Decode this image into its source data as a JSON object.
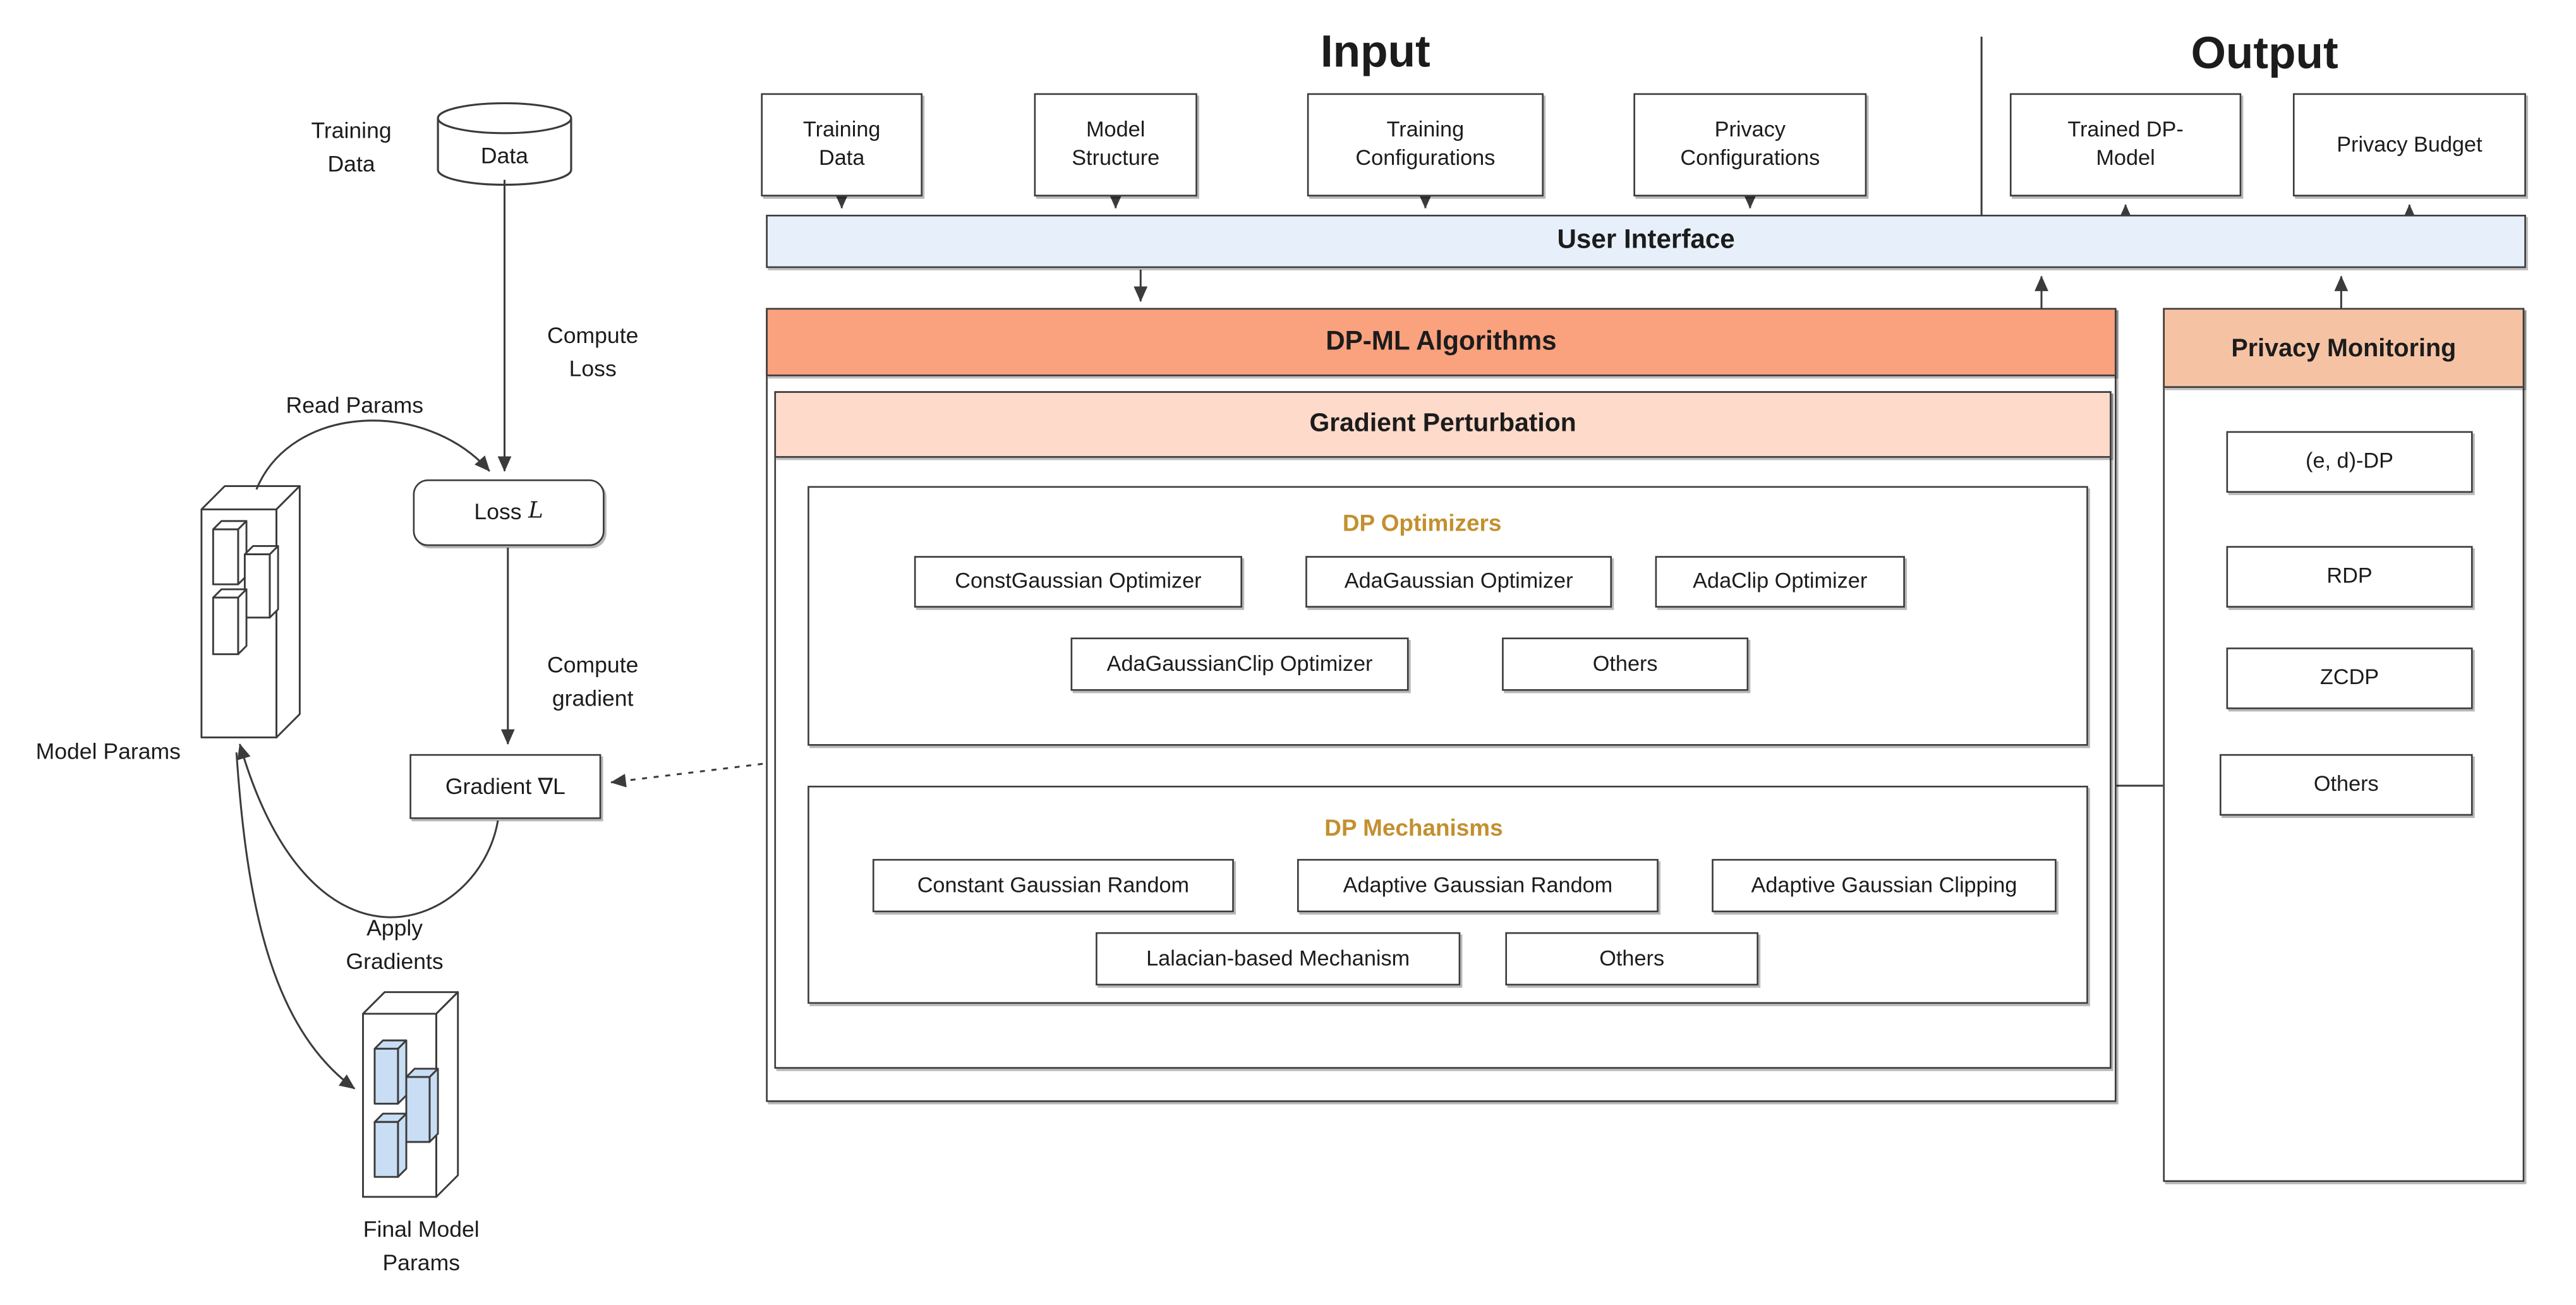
{
  "header": {
    "input_title": "Input",
    "output_title": "Output"
  },
  "input": {
    "boxes": [
      "Training Data",
      "Model Structure",
      "Training Configurations",
      "Privacy Configurations"
    ]
  },
  "output": {
    "boxes": [
      "Trained DP-Model",
      "Privacy Budget"
    ]
  },
  "ui": {
    "label": "User Interface"
  },
  "dpml": {
    "title": "DP-ML Algorithms"
  },
  "gp": {
    "title": "Gradient Perturbation"
  },
  "optimizers": {
    "title": "DP Optimizers",
    "boxes": [
      "ConstGaussian Optimizer",
      "AdaGaussian Optimizer",
      "AdaClip Optimizer",
      "AdaGaussianClip Optimizer",
      "Others"
    ]
  },
  "mechanisms": {
    "title": "DP Mechanisms",
    "boxes": [
      "Constant Gaussian Random",
      "Adaptive Gaussian Random",
      "Adaptive Gaussian Clipping",
      "Lalacian-based Mechanism",
      "Others"
    ]
  },
  "monitoring": {
    "title": "Privacy Monitoring",
    "boxes": [
      "(e, d)-DP",
      "RDP",
      "ZCDP",
      "Others"
    ]
  },
  "flow": {
    "training_data": "Training Data",
    "data": "Data",
    "compute_loss": "Compute Loss",
    "read_params": "Read Params",
    "loss_word": "Loss",
    "loss_symbol": "L",
    "compute_gradient": "Compute gradient",
    "gradient_label": "Gradient ∇L",
    "model_params": "Model Params",
    "apply_gradients": "Apply Gradients",
    "final_model_params": "Final Model Params"
  },
  "colors": {
    "ui_bar": "#E7F0FA",
    "dpml_bar": "#FAA17E",
    "pm_bar": "#F5C3A4",
    "gp_bar": "#FDDACA",
    "accent_text": "#C3902F",
    "param_block_blue": "#C9DEF5",
    "line": "#3b3b3b"
  }
}
